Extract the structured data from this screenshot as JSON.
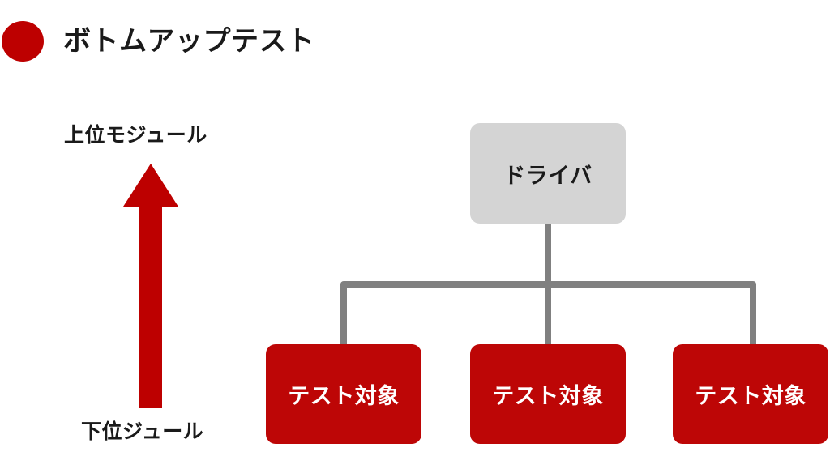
{
  "slide": {
    "title": "ボトムアップテスト",
    "bullet_icon": "filled-circle-icon",
    "accent_color": "#bd0000",
    "background_color": "#ffffff"
  },
  "direction_axis": {
    "top_label": "上位モジュール",
    "bottom_label": "下位ジュール",
    "arrow_icon": "up-arrow-icon",
    "arrow_color": "#bd0000"
  },
  "diagram": {
    "connector_color": "#808080",
    "root": {
      "label": "ドライバ",
      "fill_color": "#d4d4d4",
      "text_color": "#1a1a1a"
    },
    "children": [
      {
        "label": "テスト対象",
        "fill_color": "#bd0606",
        "text_color": "#ffffff"
      },
      {
        "label": "テスト対象",
        "fill_color": "#bd0606",
        "text_color": "#ffffff"
      },
      {
        "label": "テスト対象",
        "fill_color": "#bd0606",
        "text_color": "#ffffff"
      }
    ]
  }
}
